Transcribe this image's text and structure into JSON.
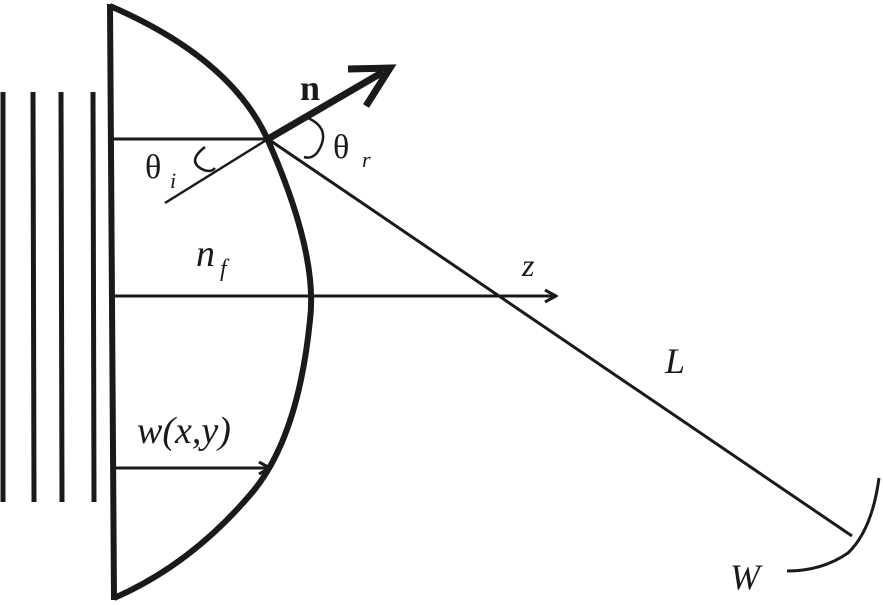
{
  "diagram": {
    "type": "optics-ray-diagram",
    "colors": {
      "stroke": "#1a1a1a",
      "background": "#ffffff"
    },
    "labels": {
      "normal": "n",
      "theta_i": "θ",
      "theta_i_sub": "i",
      "theta_r": "θ",
      "theta_r_sub": "r",
      "refractive_index": "n",
      "refractive_index_sub": "f",
      "axis": "z",
      "thickness": "w(x,y)",
      "distance": "L",
      "wavefront": "W"
    },
    "elements": [
      "incident plane wavefronts (4 vertical lines)",
      "plano-convex lens with flat back surface",
      "surface normal vector n",
      "incident angle θi",
      "refracted angle θr",
      "optical axis z",
      "thickness arrow w(x,y)",
      "refracted ray of length L",
      "output wavefront arc W"
    ]
  }
}
